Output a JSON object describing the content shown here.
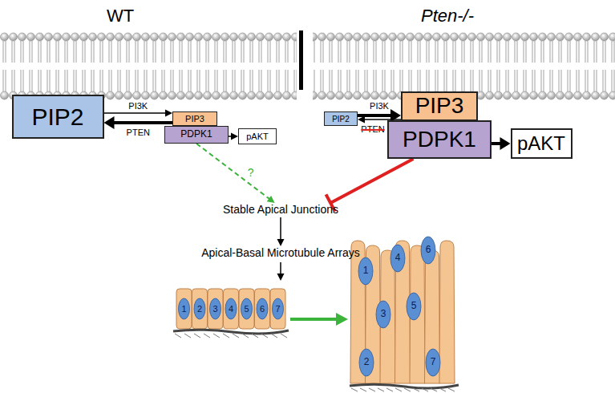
{
  "diagram": {
    "nodes": [
      {
        "text": [
          "PIP2"
        ]
      },
      {
        "text": [
          "PIP3"
        ]
      },
      {
        "text": [
          "PDPK1"
        ]
      },
      {
        "text": [
          "pAKT"
        ]
      },
      {
        "text": [
          "PIP2"
        ]
      },
      {
        "text": [
          "PIP3"
        ]
      },
      {
        "text": [
          "PDPK1"
        ]
      },
      {
        "text": [
          "pAKT"
        ]
      },
      {
        "text": [
          "Stable Apical Junctions"
        ]
      },
      {
        "text": [
          "Apical-Basal Microtubule Arrays"
        ]
      }
    ],
    "edges": [
      {
        "from": 0,
        "to": 1,
        "label": "PI3K",
        "arrow": "to"
      },
      {
        "from": 1,
        "to": 0,
        "label": "PTEN",
        "arrow": "to"
      },
      {
        "from": 2,
        "to": 3,
        "arrow": "to"
      },
      {
        "from": 2,
        "to": 8,
        "label": "?",
        "arrow": "to"
      },
      {
        "from": 4,
        "to": 5,
        "label": "PI3K",
        "arrow": "to"
      },
      {
        "from": 5,
        "to": 4,
        "label": "PTEN",
        "arrow": "to"
      },
      {
        "from": 6,
        "to": 7,
        "arrow": "to"
      },
      {
        "from": 6,
        "to": 8,
        "arrow": "to"
      },
      {
        "from": 8,
        "to": 9,
        "arrow": "to"
      }
    ],
    "labels": [
      "WT",
      "Pten-/-",
      "1",
      "2",
      "3",
      "4",
      "5",
      "6",
      "7",
      "1",
      "2",
      "3",
      "4",
      "5",
      "6",
      "7"
    ]
  }
}
